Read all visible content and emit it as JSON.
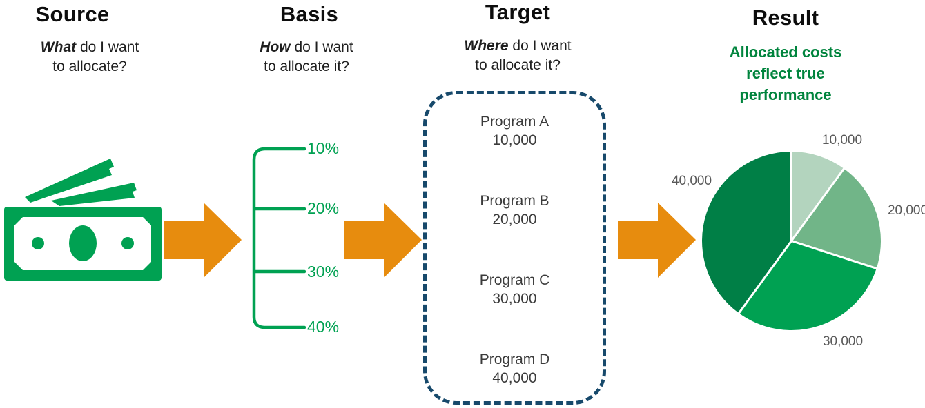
{
  "colors": {
    "green": "#00a152",
    "dark_green": "#007f46",
    "medium_green": "#71b588",
    "light_green": "#b3d4be",
    "green_text": "#00843d",
    "orange_arrow": "#e78c0e",
    "navy_dashed_border": "#17496b",
    "pie_label_gray": "#595959"
  },
  "columns": {
    "source": {
      "title": "Source",
      "q_lead": "What",
      "q_line1_rest": " do I want",
      "q_line2": "to allocate?"
    },
    "basis": {
      "title": "Basis",
      "q_lead": "How",
      "q_line1_rest": " do I want",
      "q_line2": "to allocate it?"
    },
    "target": {
      "title": "Target",
      "q_lead": "Where",
      "q_line1_rest": " do I want",
      "q_line2": "to allocate it?"
    },
    "result": {
      "title": "Result",
      "subtitle": "Allocated costs reflect true performance"
    }
  },
  "basis": {
    "percentages": [
      "10%",
      "20%",
      "30%",
      "40%"
    ]
  },
  "target_box": {
    "programs": [
      {
        "name": "Program A",
        "value": "10,000"
      },
      {
        "name": "Program B",
        "value": "20,000"
      },
      {
        "name": "Program C",
        "value": "30,000"
      },
      {
        "name": "Program D",
        "value": "40,000"
      }
    ]
  },
  "chart_data": {
    "type": "pie",
    "labels": [
      "10,000",
      "20,000",
      "30,000",
      "40,000"
    ],
    "values": [
      10000,
      20000,
      30000,
      40000
    ],
    "colors": [
      "#b3d4be",
      "#71b588",
      "#00a152",
      "#007f46"
    ],
    "start_angle_deg": 0,
    "direction": "clockwise",
    "slice_gap_color": "#ffffff",
    "legend": "none",
    "label_position": "outside"
  }
}
